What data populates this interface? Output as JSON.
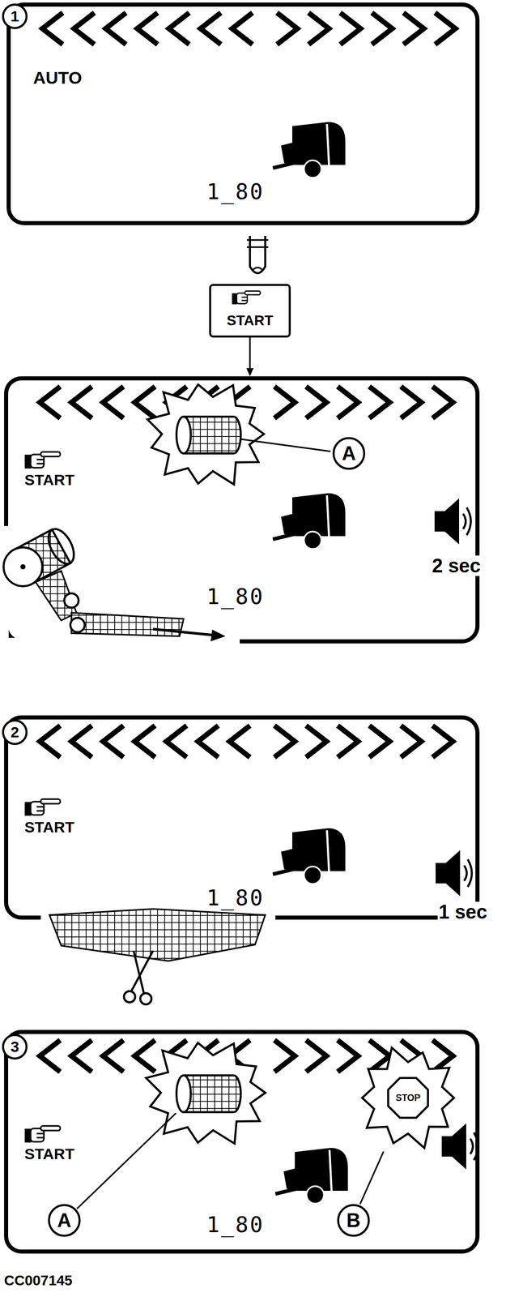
{
  "diagram": {
    "caption": "CC007145",
    "nodes": [
      {
        "text": [
          "AUTO",
          "1_80"
        ]
      },
      {
        "text": [
          "START"
        ]
      },
      {
        "text": [
          "START",
          "1_80"
        ]
      },
      {
        "text": [
          "START",
          "1_80"
        ]
      },
      {
        "text": [
          "START",
          "1_80"
        ]
      },
      {
        "text": [
          "STOP"
        ],
        "in": 4
      }
    ],
    "edges": [
      {
        "from": 1,
        "to": 2,
        "arrow": "to"
      }
    ],
    "labels": [
      "1",
      "A",
      "2 sec",
      "2",
      "1 sec",
      "3",
      "A",
      "B"
    ]
  }
}
